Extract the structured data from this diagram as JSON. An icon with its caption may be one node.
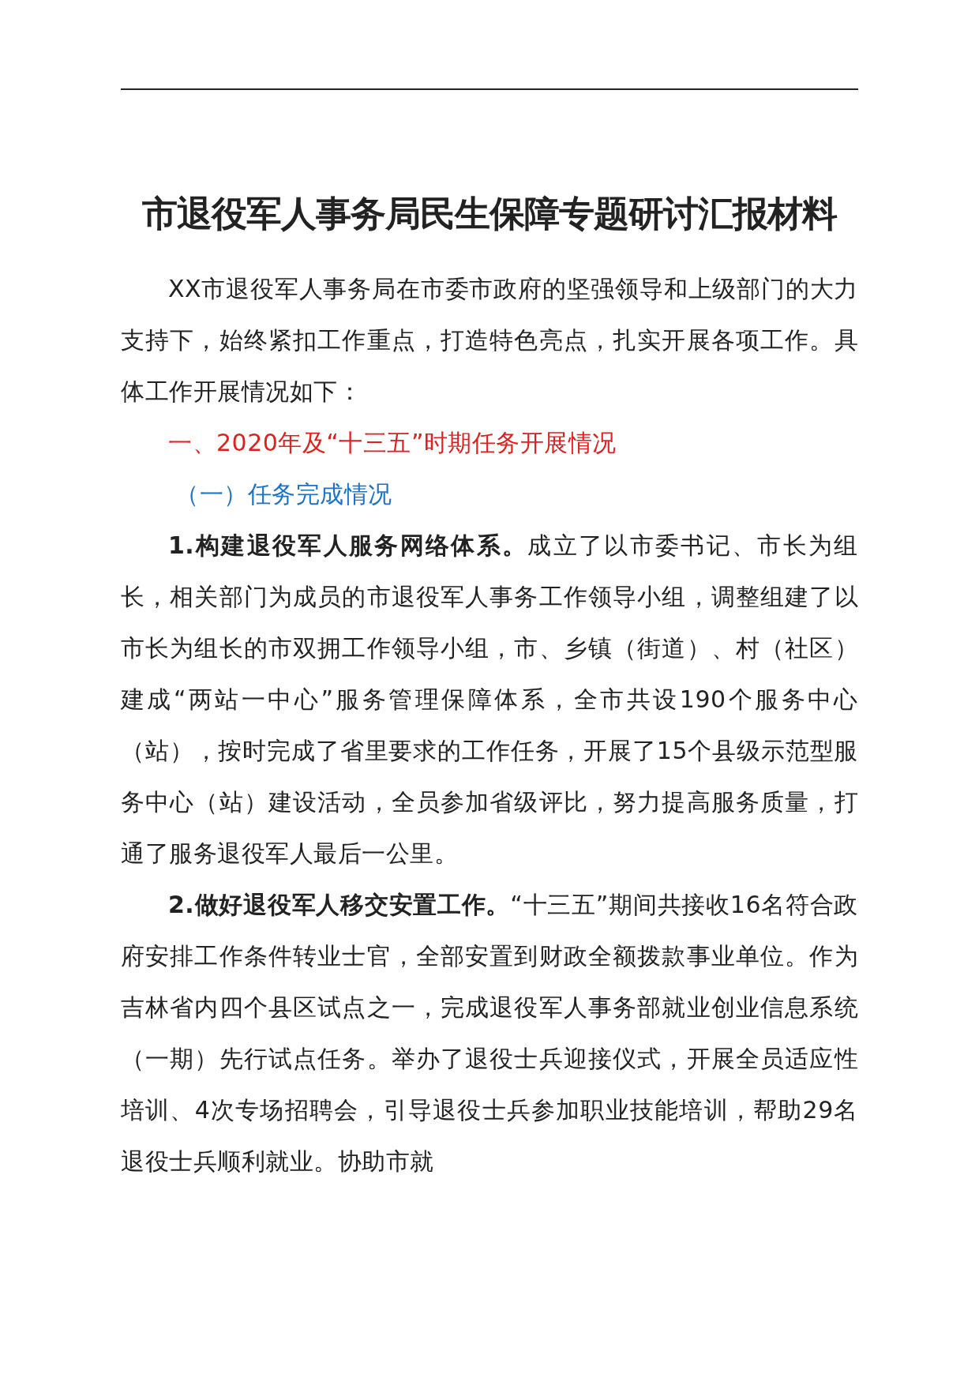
{
  "diagram": {
    "title": "市退役军人事务局民生保障专题研讨汇报材料",
    "labels": [
      "XX市退役军人事务局在市委市政府的坚强领导和上级部门的大力支持下，始终紧扣工作重点，打造特色亮点，扎实开展各项工作。具体工作开展情况如下：",
      "一、2020年及“十三五”时期任务开展情况",
      "（一）任务完成情况",
      "**1.构建退役军人服务网络体系。**成立了以市委书记、市长为组长，相关部门为成员的市退役军人事务工作领导小组，调整组建了以市长为组长的市双拥工作领导小组，市、乡镇（街道）、村（社区）建成“两站一中心”服务管理保障体系，全市共设190个服务中心（站），按时完成了省里要求的工作任务，开展了15个县级示范型服务中心（站）建设活动，全员参加省级评比，努力提高服务质量，打通了服务退役军人最后一公里。",
      "**2.做好退役军人移交安置工作。**“十三五”期间共接收16名符合政府安排工作条件转业士官，全部安置到财政全额拨款事业单位。作为吉林省内四个县区试点之一，完成退役军人事务部就业创业信息系统（一期）先行试点任务。举办了退役士兵迎接仪式，开展全员适应性培训、4次专场招聘会，引导退役士兵参加职业技能培训，帮助29名退役士兵顺利就业。协助市就"
    ]
  }
}
